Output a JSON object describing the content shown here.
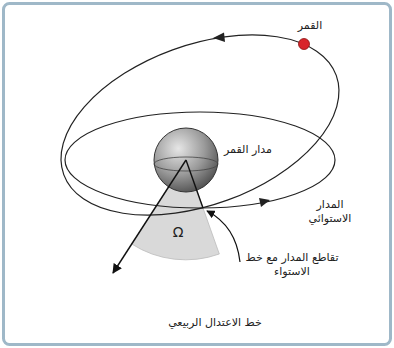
{
  "diagram": {
    "labels": [
      "القمر",
      "مدار القمر",
      "المدار الاستوائي",
      "تقاطع المدار مع خط الاستواء",
      "خط الاعتدال الربيعي",
      "Ω"
    ]
  }
}
